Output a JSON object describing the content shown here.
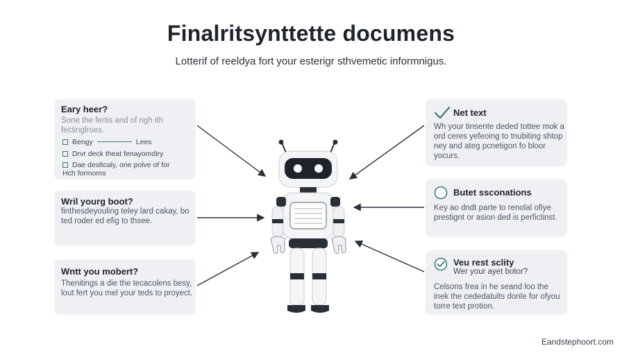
{
  "header": {
    "title": "Finalritsynttette documens",
    "subtitle": "Lotterif of reeldya fort your esterigr sthvemetic informnigus."
  },
  "left_cards": [
    {
      "title": "Eary heer?",
      "body": "Sone the fertis and of ngh ith fectinglroes.",
      "rows": [
        "Bengy",
        "Lees",
        "Drvr deck theat fenayomdiry",
        "Dae desltcaly, one polve of for",
        "Hch formoms"
      ]
    },
    {
      "title": "Wril yourg boot?",
      "body": "finthesdeyouling teley lard cakay, bo ted roder ed efig to thsee."
    },
    {
      "title": "Wntt you mobert?",
      "body": "Thenitings a die the tecacolens besy, lout fert you mel your teds to proyect."
    }
  ],
  "right_cards": [
    {
      "title": "Net text",
      "body": "Wh your tinsente deded tottee mok a ord ceres yefeoing to tnubiting shtop ney and ateg pcnetigon fo bloor yocurs."
    },
    {
      "title": "Butet ssconations",
      "body": "Key ao dndt parte to renolal ofiye prestignt or asion ded is perfictinst."
    },
    {
      "title": "Veu rest sclity",
      "subtitle": "Wer your ayet botor?",
      "body": "Celsons frea in he seand loo the inek the cededatults donle for ofyou torre text protion."
    }
  ],
  "footer": {
    "credit": "Eandstephoort.com"
  },
  "colors": {
    "accent": "#3d7a6a",
    "card_bg": "#eef0f4",
    "text_dark": "#20242c"
  },
  "icons": [
    "check-icon",
    "ring-icon",
    "check-circle-icon",
    "robot-illustration"
  ]
}
